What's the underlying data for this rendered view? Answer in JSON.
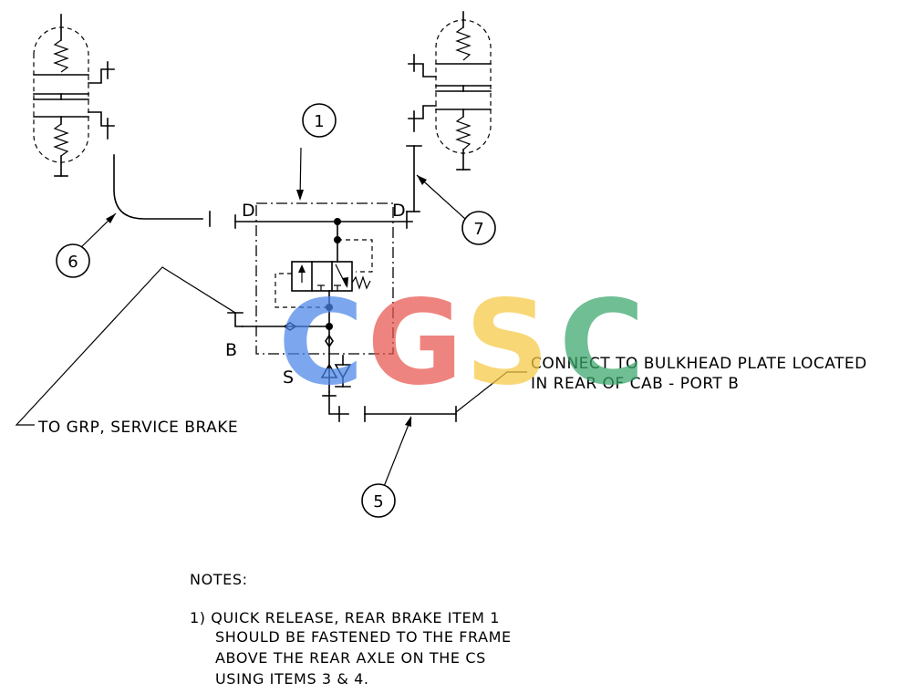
{
  "callouts": [
    "1",
    "5",
    "6",
    "7"
  ],
  "labels": {
    "port_d_left": "D",
    "port_d_right": "D",
    "port_b": "B",
    "port_s": "S"
  },
  "annotations": {
    "to_service_brake": "TO GRP, SERVICE BRAKE",
    "bulkhead_line1": "CONNECT TO BULKHEAD PLATE LOCATED",
    "bulkhead_line2": "IN REAR OF CAB - PORT B"
  },
  "notes": {
    "heading": "NOTES:",
    "item1": [
      "1) QUICK RELEASE, REAR BRAKE ITEM 1",
      "SHOULD BE FASTENED TO THE FRAME",
      "ABOVE THE REAR AXLE ON THE CS",
      "USING ITEMS 3 & 4."
    ]
  },
  "watermark": {
    "letters": [
      "C",
      "G",
      "S",
      "C"
    ],
    "colors": [
      "#4a86e8",
      "#e8554e",
      "#f6c944",
      "#3aa66a"
    ]
  }
}
